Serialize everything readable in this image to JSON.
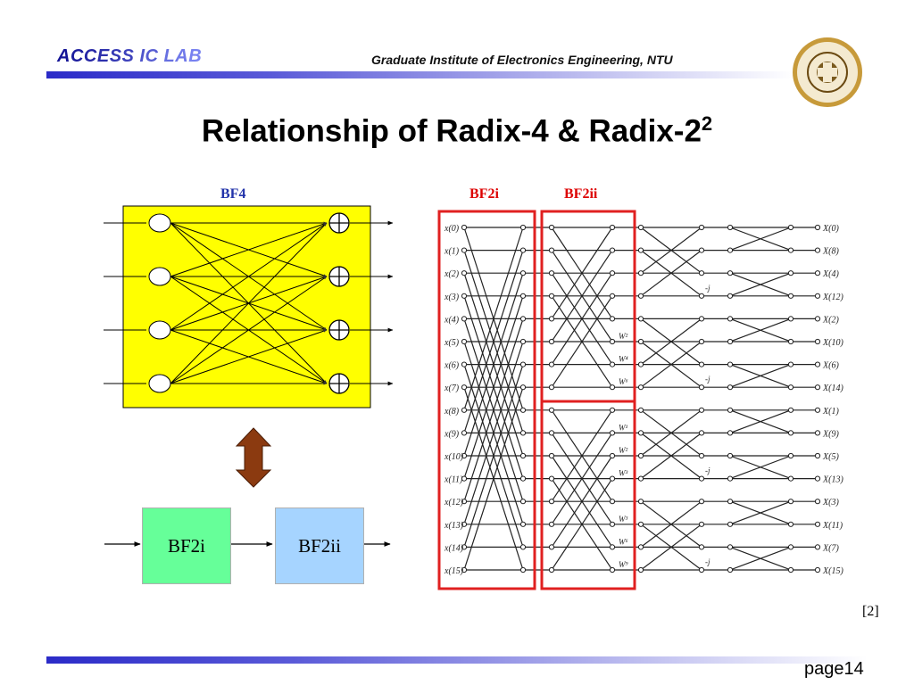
{
  "header": {
    "lab_title": "ACCESS IC LAB",
    "institute": "Graduate Institute of Electronics Engineering, NTU",
    "seal_icon": "university-seal-icon"
  },
  "slide": {
    "title": "Relationship of Radix-4 & Radix-2",
    "title_sup": "2"
  },
  "labels": {
    "bf4": "BF4",
    "bf2i": "BF2i",
    "bf2ii": "BF2ii"
  },
  "blocks": {
    "bf2i": "BF2i",
    "bf2ii": "BF2ii"
  },
  "inputs": [
    "x(0)",
    "x(1)",
    "x(2)",
    "x(3)",
    "x(4)",
    "x(5)",
    "x(6)",
    "x(7)",
    "x(8)",
    "x(9)",
    "x(10)",
    "x(11)",
    "x(12)",
    "x(13)",
    "x(14)",
    "x(15)"
  ],
  "outputs": [
    "X(0)",
    "X(8)",
    "X(4)",
    "X(12)",
    "X(2)",
    "X(10)",
    "X(6)",
    "X(14)",
    "X(1)",
    "X(9)",
    "X(5)",
    "X(13)",
    "X(3)",
    "X(11)",
    "X(7)",
    "X(15)"
  ],
  "twiddles_upper": [
    "W²",
    "W⁴",
    "W⁶"
  ],
  "twiddles_lower": [
    "W¹",
    "W²",
    "W³",
    "W³",
    "W⁶",
    "W⁹"
  ],
  "j_labels": [
    "-j",
    "-j",
    "-j",
    "-j"
  ],
  "reference": "[2]",
  "footer": {
    "page": "page14"
  },
  "colors": {
    "bf4_fill": "#ffff00",
    "red_box": "#e02020",
    "bf2i_block": "#66ff99",
    "bf2ii_block": "#a6d4ff",
    "arrow_fill": "#8b3a10",
    "bf4_label": "#2233aa"
  }
}
